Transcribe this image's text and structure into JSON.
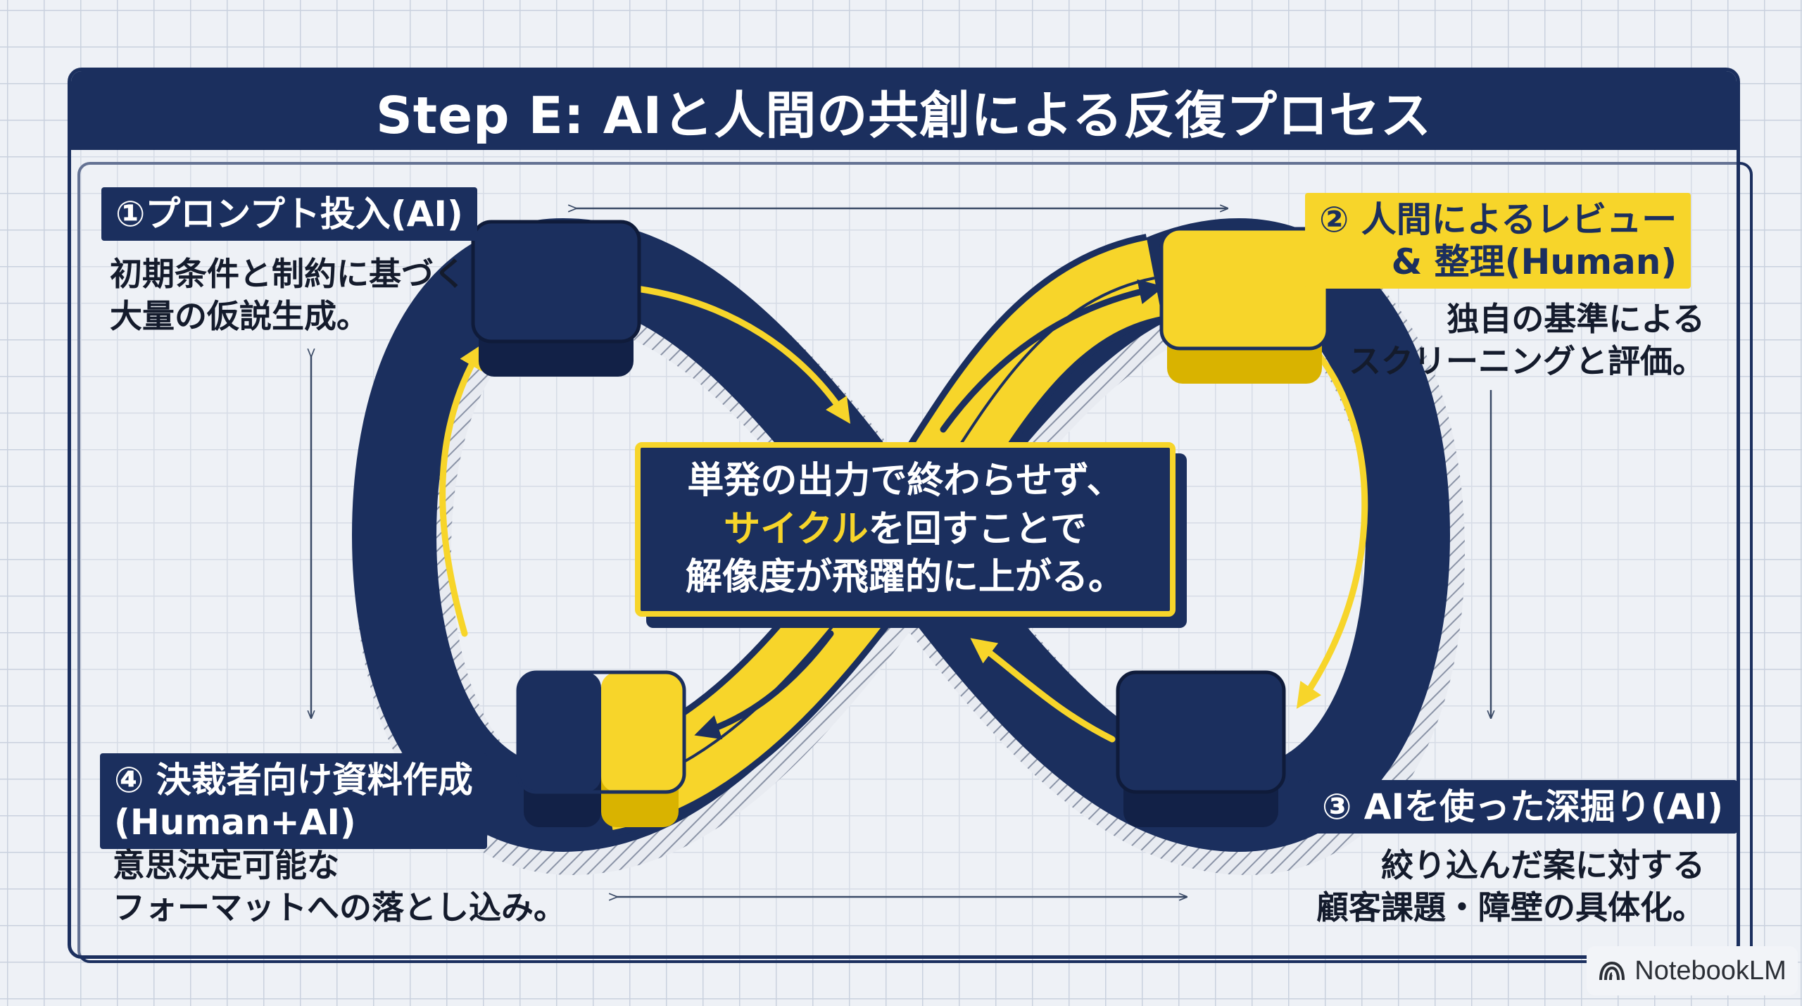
{
  "title": "Step E: AIと人間の共創による反復プロセス",
  "steps": [
    {
      "label_lines": [
        "①プロンプト投入(AI)"
      ],
      "desc_lines": [
        "初期条件と制約に基づく",
        "大量の仮説生成。"
      ]
    },
    {
      "label_lines": [
        "② 人間によるレビュー",
        "& 整理(Human)"
      ],
      "desc_lines": [
        "独自の基準による",
        "スクリーニングと評価。"
      ]
    },
    {
      "label_lines": [
        "③ AIを使った深掘り(AI)"
      ],
      "desc_lines": [
        "絞り込んだ案に対する",
        "顧客課題・障壁の具体化。"
      ]
    },
    {
      "label_lines": [
        "④ 決裁者向け資料作成",
        "(Human+AI)"
      ],
      "desc_lines": [
        "意思決定可能な",
        "フォーマットへの落とし込み。"
      ]
    }
  ],
  "center_message": {
    "line1": "単発の出力で終わらせず、",
    "line2_highlight": "サイクル",
    "line2_rest": "を回すことで",
    "line3": "解像度が飛躍的に上がる。"
  },
  "badge": {
    "text": "NotebookLM",
    "icon": "notebooklm-logo-icon"
  },
  "colors": {
    "navy": "#1b2f5e",
    "yellow": "#f7d52a",
    "grid": "#c9d1de",
    "background": "#eef1f6"
  }
}
